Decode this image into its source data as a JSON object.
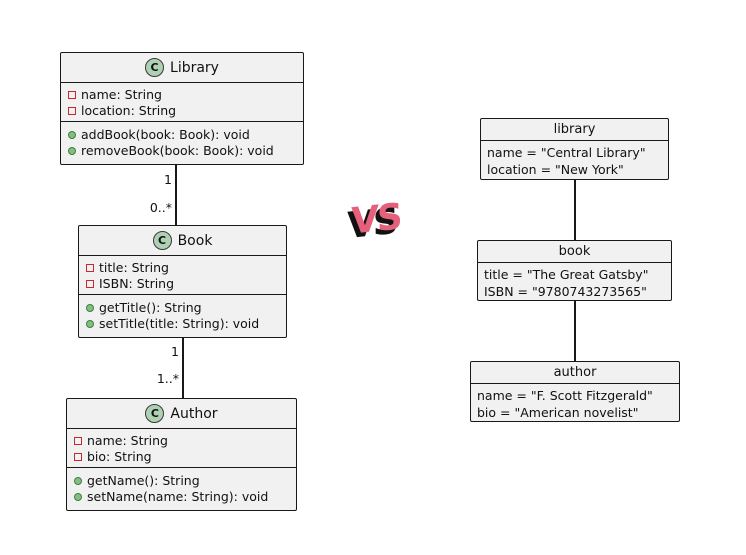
{
  "vs": {
    "text": "VS",
    "color": "#e5607a",
    "shadow_color": "#111111"
  },
  "class_diagram": {
    "icon_letter": "C",
    "classes": [
      {
        "name": "Library",
        "fields": [
          "name: String",
          "location: String"
        ],
        "methods": [
          "addBook(book: Book): void",
          "removeBook(book: Book): void"
        ]
      },
      {
        "name": "Book",
        "fields": [
          "title: String",
          "ISBN: String"
        ],
        "methods": [
          "getTitle(): String",
          "setTitle(title: String): void"
        ]
      },
      {
        "name": "Author",
        "fields": [
          "name: String",
          "bio: String"
        ],
        "methods": [
          "getName(): String",
          "setName(name: String): void"
        ]
      }
    ],
    "edges": [
      {
        "from": "Library",
        "to": "Book",
        "from_multiplicity": "1",
        "to_multiplicity": "0..*"
      },
      {
        "from": "Book",
        "to": "Author",
        "from_multiplicity": "1",
        "to_multiplicity": "1..*"
      }
    ]
  },
  "object_diagram": {
    "objects": [
      {
        "name": "library",
        "slots": [
          "name = \"Central Library\"",
          "location = \"New York\""
        ]
      },
      {
        "name": "book",
        "slots": [
          "title = \"The Great Gatsby\"",
          "ISBN = \"9780743273565\""
        ]
      },
      {
        "name": "author",
        "slots": [
          "name = \"F. Scott Fitzgerald\"",
          "bio = \"American novelist\""
        ]
      }
    ],
    "edges": [
      {
        "from": "library",
        "to": "book"
      },
      {
        "from": "book",
        "to": "author"
      }
    ]
  },
  "colors": {
    "box_fill": "#f1f1f1",
    "box_border": "#181818",
    "class_icon_fill": "#add1b2",
    "class_icon_border": "#383838",
    "field_icon_border": "#c82930",
    "method_icon_fill": "#84be84",
    "method_icon_border": "#3f7f3f",
    "edge_line": "#181818"
  }
}
